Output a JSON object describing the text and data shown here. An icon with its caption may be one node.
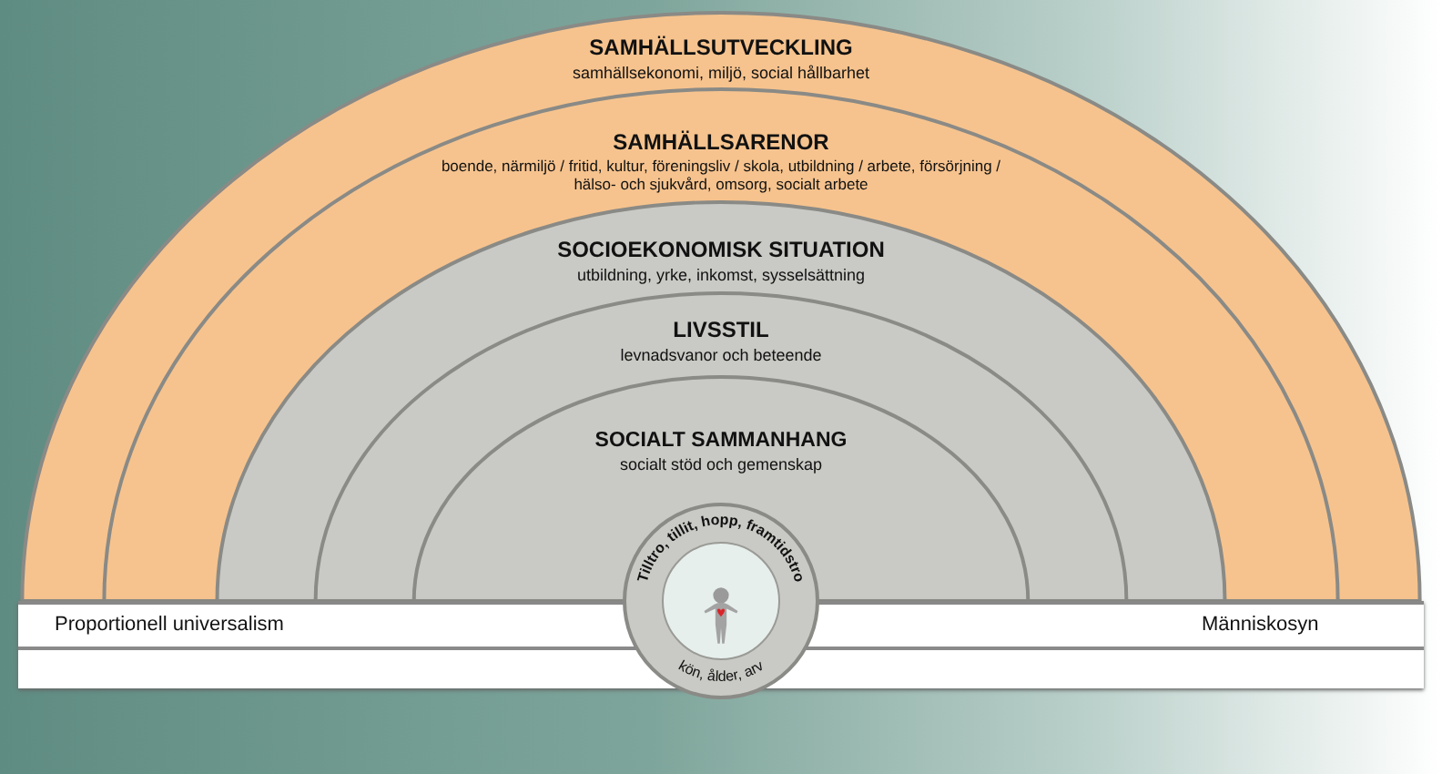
{
  "diagram": {
    "nodes": [
      {
        "text": [
          "SAMHÄLLSUTVECKLING",
          "samhällsekonomi, miljö, social hållbarhet"
        ]
      },
      {
        "text": [
          "SAMHÄLLSARENOR",
          "boende, närmiljö / fritid, kultur, föreningsliv / skola, utbildning / arbete, försörjning / hälso- och sjukvård, omsorg, socialt arbete"
        ],
        "in": 0
      },
      {
        "text": [
          "SOCIOEKONOMISK SITUATION",
          "utbildning, yrke, inkomst, sysselsättning"
        ],
        "in": 1
      },
      {
        "text": [
          "LIVSSTIL",
          "levnadsvanor och beteende"
        ],
        "in": 2
      },
      {
        "text": [
          "SOCIALT SAMMANHANG",
          "socialt stöd och gemenskap"
        ],
        "in": 3
      },
      {
        "text": [
          "Tilltro, tillit, hopp, framtidstro",
          "kön, ålder, arv"
        ]
      },
      {
        "text": [],
        "shape": "person",
        "in": 5
      }
    ],
    "labels": [
      "Proportionell universalism",
      "Människosyn"
    ]
  }
}
